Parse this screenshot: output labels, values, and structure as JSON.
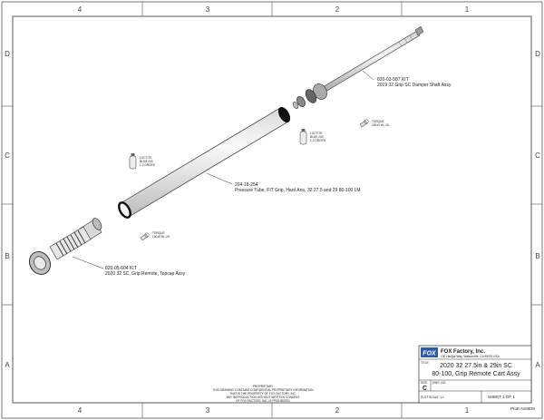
{
  "zones": {
    "columns": [
      "4",
      "3",
      "2",
      "1"
    ],
    "rows": [
      "D",
      "C",
      "B",
      "A"
    ]
  },
  "callouts": {
    "damper_shaft": {
      "part": "820-03-587 KIT",
      "desc": "2019 32 Grip SC Damper Shaft Assy"
    },
    "pressure_tube": {
      "part": "204-18-254",
      "desc": "Pressure Tube, FIT Grip, Hard Ano, 32 27.5 and 29 80-100 LM"
    },
    "topcap": {
      "part": "820-05-604 KIT",
      "desc": "2020 32 SC, Grip Remote, Topcap Assy"
    },
    "loctite_a": {
      "title": "LOCTITE",
      "line2": "BLUE 243",
      "line3": "1-2 DROPS"
    },
    "loctite_b": {
      "title": "LOCTITE",
      "line2": "BLUE 243",
      "line3": "1-2 DROPS"
    },
    "torque_a": {
      "title": "TORQUE",
      "value": "150±5 IN. LB."
    },
    "torque_b": {
      "title": "TORQUE",
      "value": "150±5 IN. LB."
    }
  },
  "title_block": {
    "company": "FOX Factory, Inc.",
    "address": "130 Hangar Way, Watsonville, CA 95076 USA",
    "title_label": "TITLE",
    "title_line1": "2020 32 27.5in & 29in SC",
    "title_line2": "80-100, Grip Remote Cart Assy",
    "size_label": "SIZE",
    "dwg_label": "DWG. NO.",
    "size": "C",
    "scale": "PLOT SCALE: 1:1",
    "sheet": "SHEET 1 OF 1",
    "proj": "ProE ASSEM"
  },
  "confidential": {
    "heading": "PROPRIETARY",
    "lines": [
      "THIS DRAWING CONTAINS CONFIDENTIAL PROPRIETARY INFORMATION",
      "THAT IS THE PROPERTY OF FOX FACTORY, INC.",
      "ANY REPRODUCTION WITHOUT WRITTEN CONSENT",
      "OF FOX FACTORY, INC. IS PROHIBITED"
    ]
  },
  "colors": {
    "line": "#333333",
    "ring": "#111111",
    "logo_bg": "#2b5ca6"
  }
}
